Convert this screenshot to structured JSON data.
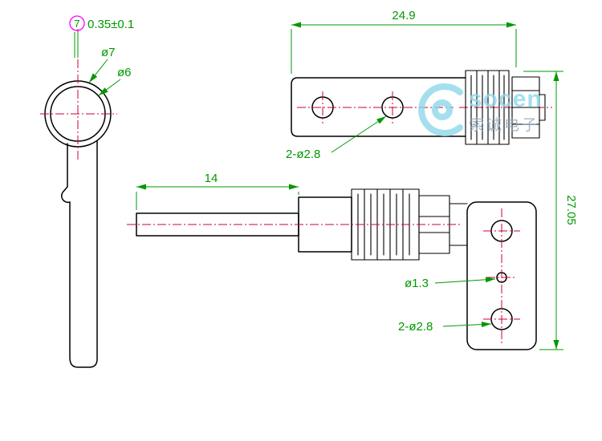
{
  "drawing": {
    "datum": {
      "symbol": "7",
      "tolerance": "0.35±0.1"
    },
    "labels": {
      "outer_dia": "ø7",
      "inner_dia": "ø6",
      "top_width": "24.9",
      "shaft_length": "14",
      "top_holes": "2-ø2.8",
      "small_hole": "ø1.3",
      "bottom_holes": "2-ø2.8",
      "overall_height": "27.05"
    },
    "colors": {
      "outline": "#000000",
      "dimension": "#009900",
      "centerline": "#cc0033",
      "datum": "#ff00ff"
    }
  },
  "watermark": {
    "brand": "socen",
    "chinese": "索诚电子",
    "color": "#8ed8ea",
    "chinese_color": "#8fa6b8"
  }
}
